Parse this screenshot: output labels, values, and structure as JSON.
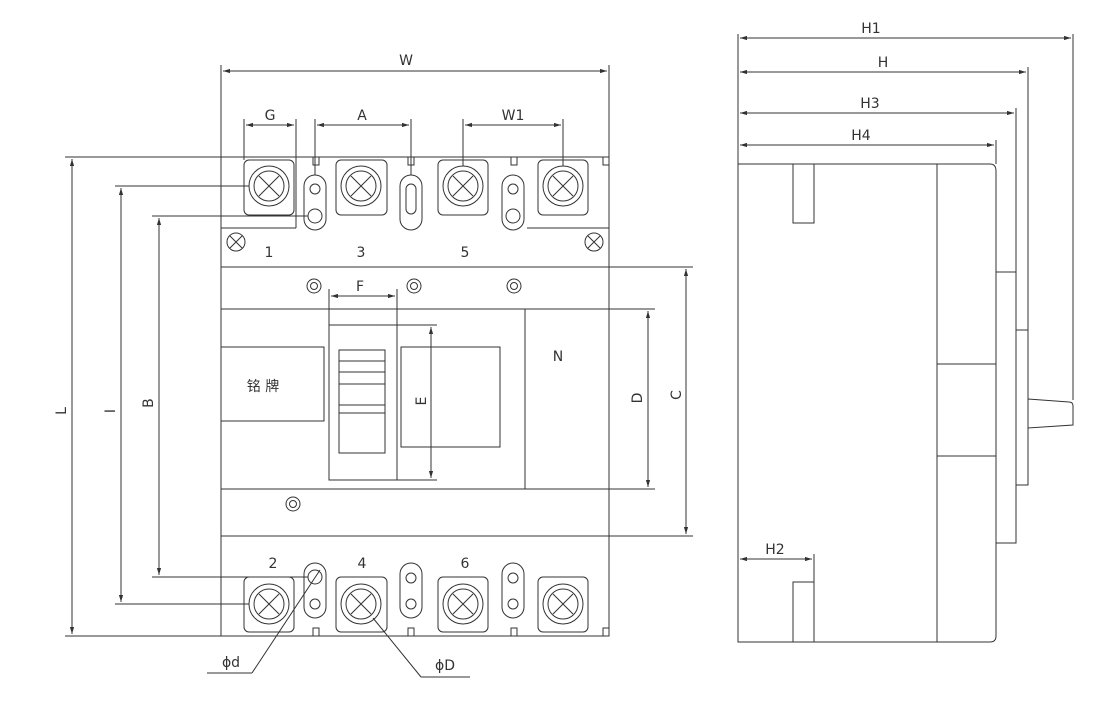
{
  "labels": {
    "W": "W",
    "G": "G",
    "A": "A",
    "W1": "W1",
    "L": "L",
    "I": "I",
    "B": "B",
    "F": "F",
    "E": "E",
    "D": "D",
    "C": "C",
    "N": "N",
    "nameplate": "铭 牌",
    "phi_d": "ϕd",
    "phi_D": "ϕD",
    "H1": "H1",
    "H": "H",
    "H3": "H3",
    "H4": "H4",
    "H2": "H2"
  },
  "terminals_top": [
    "1",
    "3",
    "5"
  ],
  "terminals_bottom": [
    "2",
    "4",
    "6"
  ]
}
